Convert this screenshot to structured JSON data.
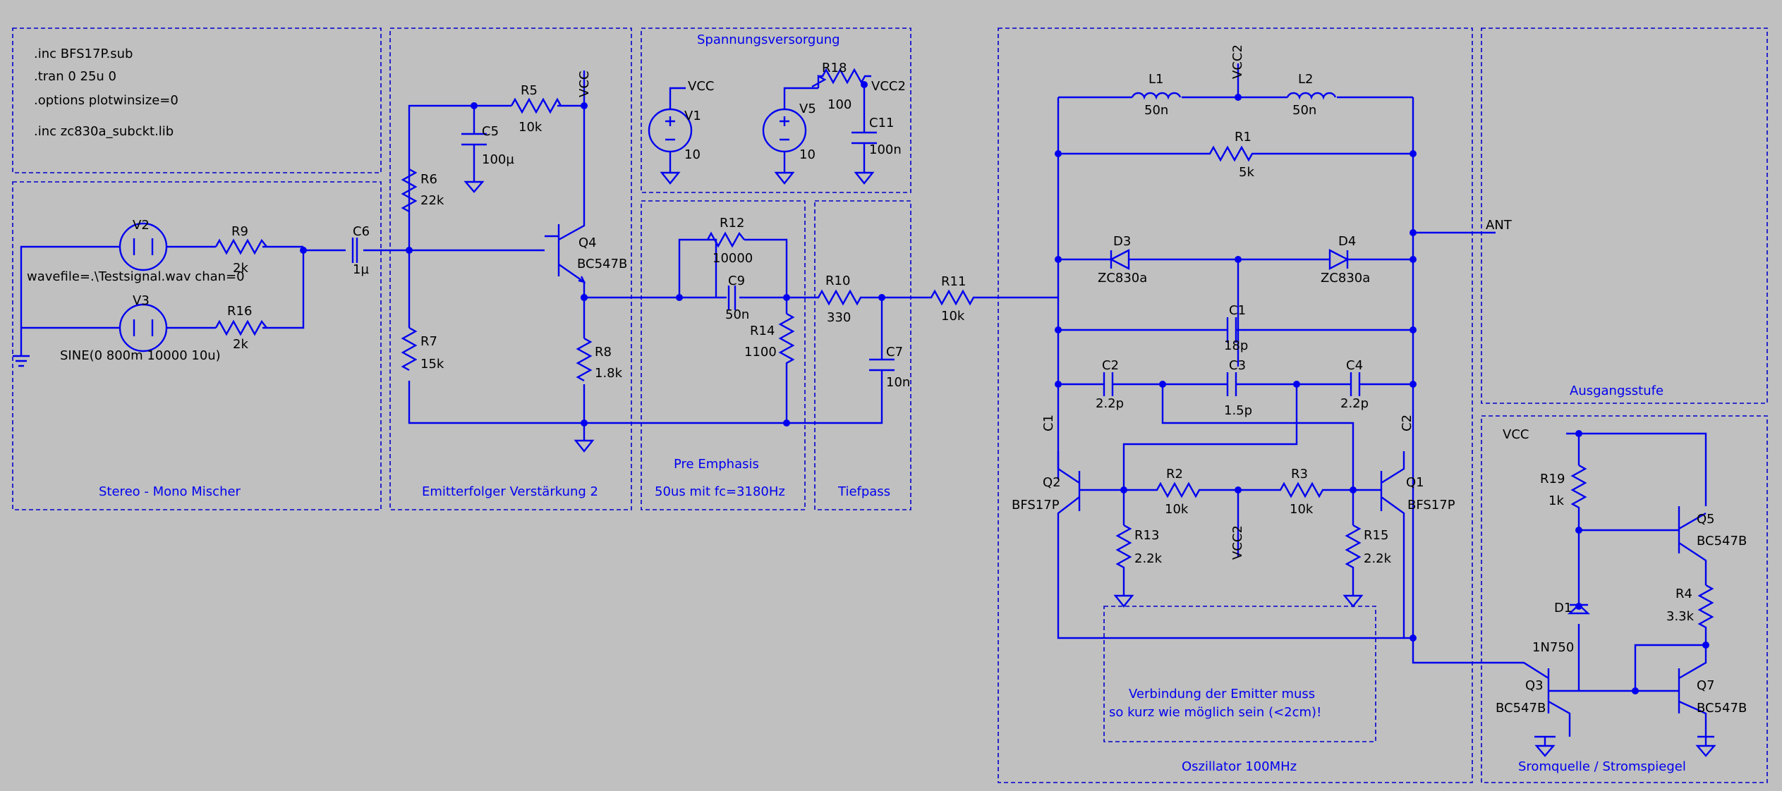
{
  "directives": [
    ".inc BFS17P.sub",
    ".tran 0 25u 0",
    ".options plotwinsize=0",
    ".inc zc830a_subckt.lib"
  ],
  "blocks": {
    "mixer": "Stereo - Mono Mischer",
    "emitter": "Emitterfolger Verstärkung 2",
    "supply": "Spannungsversorgung",
    "preemph_title": "Pre Emphasis",
    "preemph_sub": "50us mit fc=3180Hz",
    "lowpass": "Tiefpass",
    "osc": "Oszillator 100MHz",
    "output": "Ausgangsstufe",
    "current": "Sromquelle / Stromspiegel",
    "note_l1": "Verbindung der Emitter muss",
    "note_l2": "so kurz wie möglich sein (<2cm)!"
  },
  "nets": {
    "vcc": "VCC",
    "vcc2": "VCC2",
    "ant": "ANT"
  },
  "sources": {
    "v1": {
      "name": "V1",
      "value": "10"
    },
    "v5": {
      "name": "V5",
      "value": "10"
    },
    "v2": {
      "name": "V2",
      "value": "wavefile=.\\Testsignal.wav chan=0"
    },
    "v3": {
      "name": "V3",
      "value": "SINE(0 800m 10000 10u)"
    }
  },
  "parts": {
    "r9": {
      "name": "R9",
      "value": "2k"
    },
    "r16": {
      "name": "R16",
      "value": "2k"
    },
    "c6": {
      "name": "C6",
      "value": "1µ"
    },
    "r5": {
      "name": "R5",
      "value": "10k"
    },
    "c5": {
      "name": "C5",
      "value": "100µ"
    },
    "r6": {
      "name": "R6",
      "value": "22k"
    },
    "r7": {
      "name": "R7",
      "value": "15k"
    },
    "q4": {
      "name": "Q4",
      "value": "BC547B"
    },
    "r8": {
      "name": "R8",
      "value": "1.8k"
    },
    "r18": {
      "name": "R18",
      "value": "100"
    },
    "c11": {
      "name": "C11",
      "value": "100n"
    },
    "r12": {
      "name": "R12",
      "value": "10000"
    },
    "c9": {
      "name": "C9",
      "value": "50n"
    },
    "r14": {
      "name": "R14",
      "value": "1100"
    },
    "r10": {
      "name": "R10",
      "value": "330"
    },
    "c7": {
      "name": "C7",
      "value": "10n"
    },
    "r11": {
      "name": "R11",
      "value": "10k"
    },
    "l1": {
      "name": "L1",
      "value": "50n"
    },
    "l2": {
      "name": "L2",
      "value": "50n"
    },
    "r1": {
      "name": "R1",
      "value": "5k"
    },
    "d3": {
      "name": "D3",
      "value": "ZC830a"
    },
    "d4": {
      "name": "D4",
      "value": "ZC830a"
    },
    "c1": {
      "name": "C1",
      "value": "18p"
    },
    "c2": {
      "name": "C2",
      "value": "2.2p"
    },
    "c3": {
      "name": "C3",
      "value": "1.5p"
    },
    "c4": {
      "name": "C4",
      "value": "2.2p"
    },
    "q2": {
      "name": "Q2",
      "value": "BFS17P"
    },
    "q1": {
      "name": "Q1",
      "value": "BFS17P"
    },
    "r2": {
      "name": "R2",
      "value": "10k"
    },
    "r3": {
      "name": "R3",
      "value": "10k"
    },
    "r13": {
      "name": "R13",
      "value": "2.2k"
    },
    "r15": {
      "name": "R15",
      "value": "2.2k"
    },
    "r19": {
      "name": "R19",
      "value": "1k"
    },
    "q5": {
      "name": "Q5",
      "value": "BC547B"
    },
    "r4": {
      "name": "R4",
      "value": "3.3k"
    },
    "d1": {
      "name": "D1",
      "value": "1N750"
    },
    "q3": {
      "name": "Q3",
      "value": "BC547B"
    },
    "q7": {
      "name": "Q7",
      "value": "BC547B"
    }
  },
  "net_labels": {
    "c1_side": "C1",
    "c2_side": "C2"
  }
}
